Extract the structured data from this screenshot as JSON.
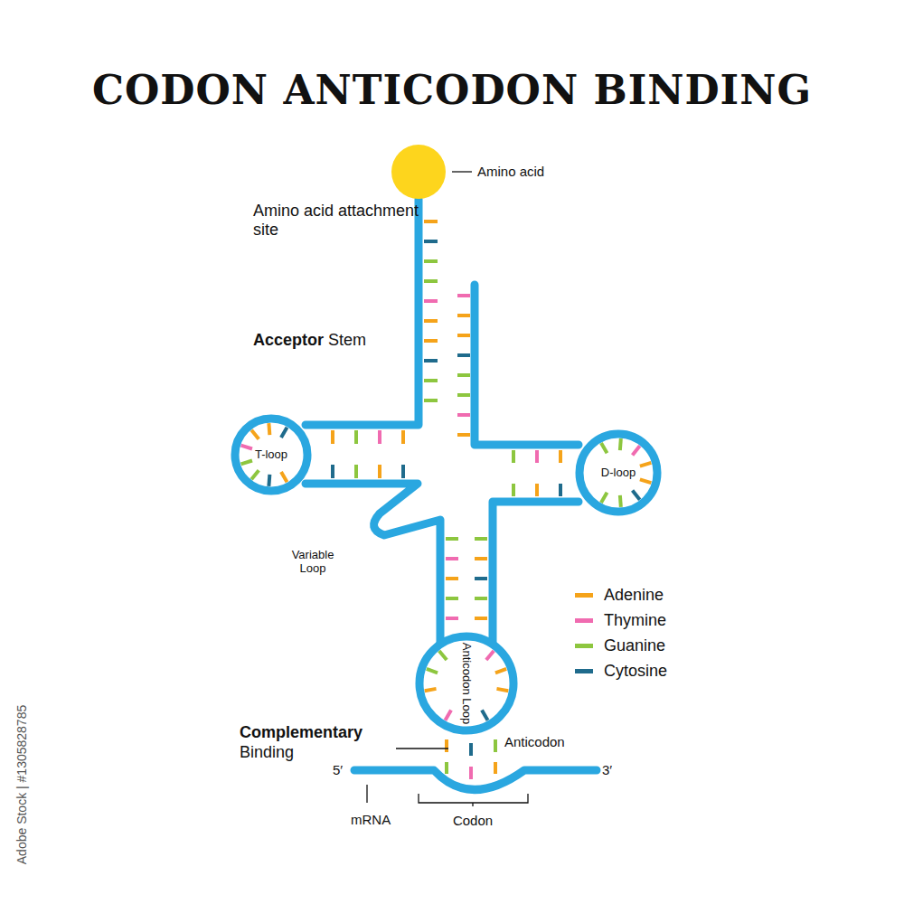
{
  "diagram": {
    "title": "CODON ANTICODON BINDING",
    "labels": [
      "Amino acid",
      "Amino acid attachment site",
      "Acceptor",
      "Stem",
      "T-loop",
      "D-loop",
      "Variable Loop",
      "Anticodon Loop",
      "Complementary",
      "Binding",
      "Anticodon",
      "5′",
      "3′",
      "mRNA",
      "Codon",
      "Adobe Stock | #1305828785"
    ],
    "legend": [
      {
        "text": "Adenine",
        "color": "#f5a31a"
      },
      {
        "text": "Thymine",
        "color": "#f06bb0"
      },
      {
        "text": "Guanine",
        "color": "#8dc63f"
      },
      {
        "text": "Cytosine",
        "color": "#1f6b8c"
      }
    ]
  }
}
